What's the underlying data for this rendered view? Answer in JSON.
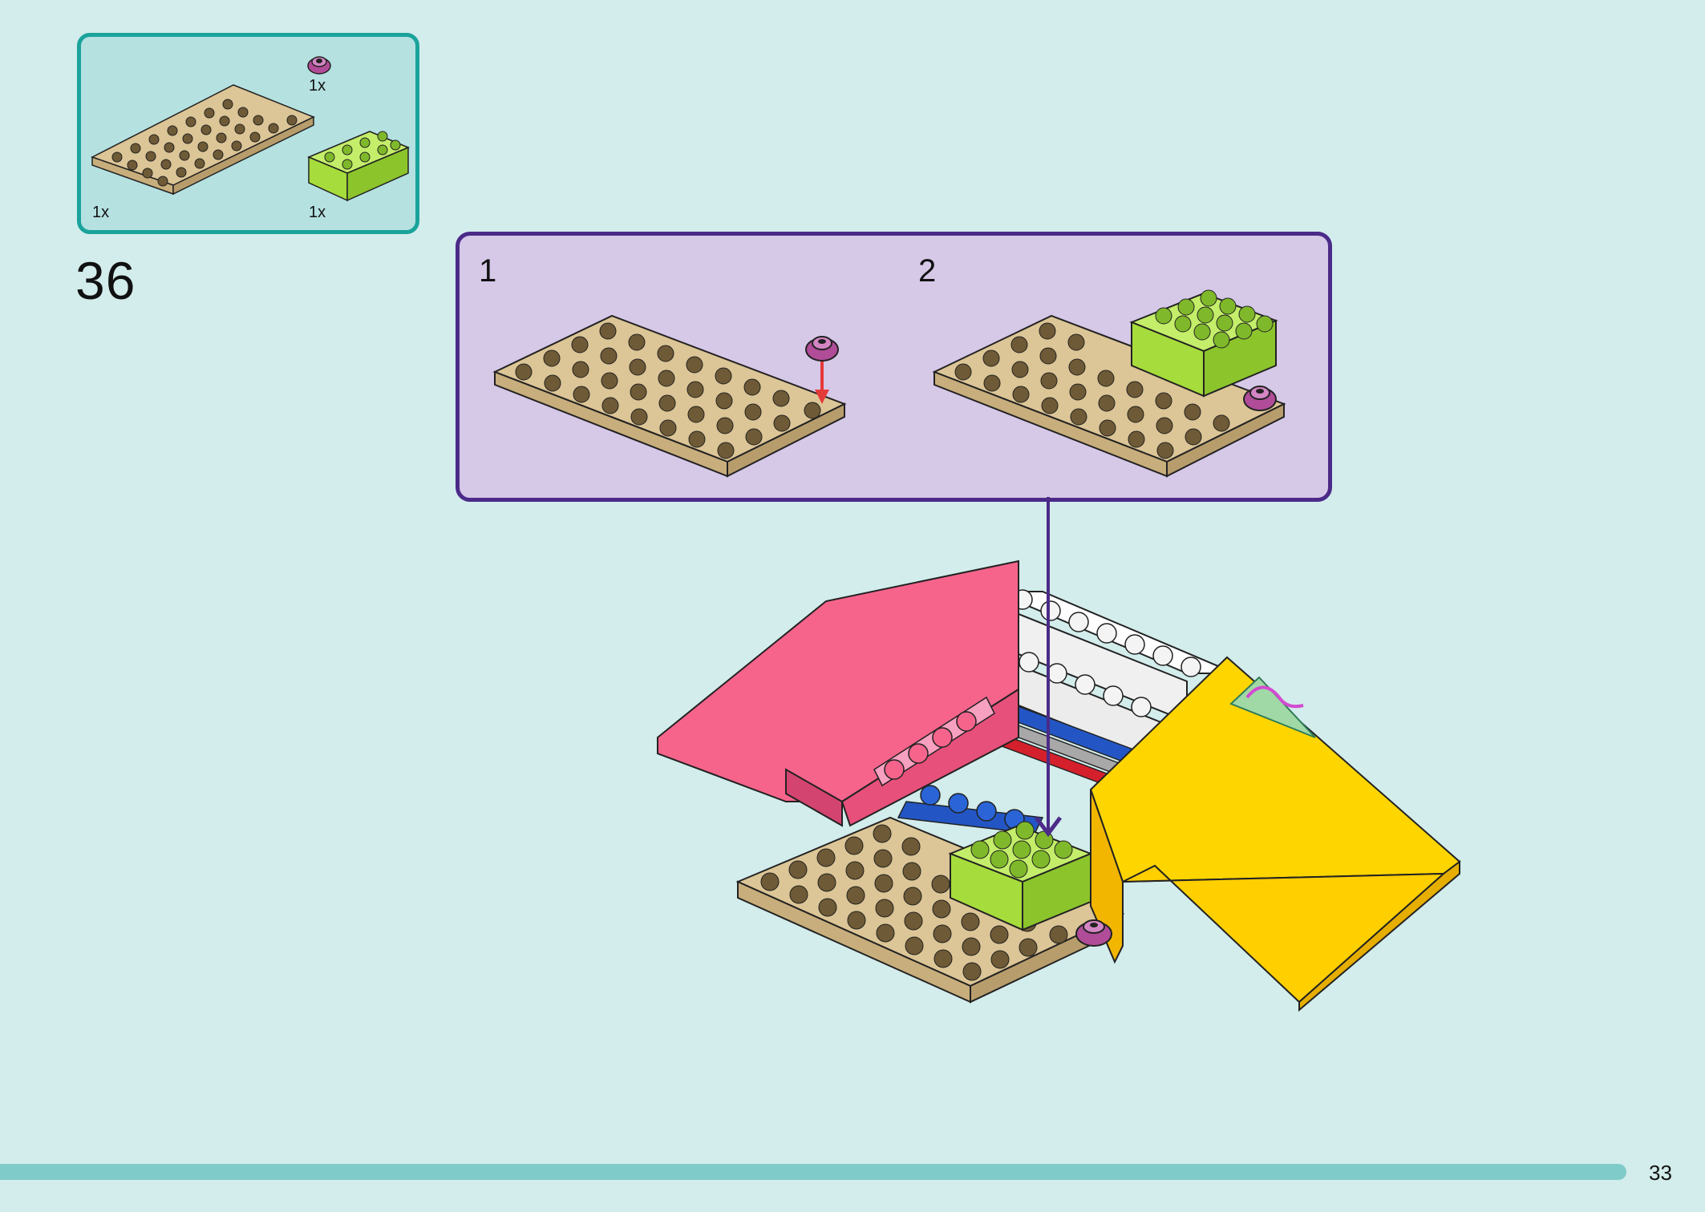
{
  "step": {
    "number": "36"
  },
  "parts": [
    {
      "name": "tan-plate-4x8",
      "qty": "1x",
      "color": "#d8c08f"
    },
    {
      "name": "magenta-flower-1x1",
      "qty": "1x",
      "color": "#b04c98"
    },
    {
      "name": "lime-brick-2x4",
      "qty": "1x",
      "color": "#a6dc3b"
    }
  ],
  "substeps": [
    {
      "label": "1"
    },
    {
      "label": "2"
    }
  ],
  "colors": {
    "background": "#d3ecec",
    "parts_box_border": "#1aa39b",
    "substep_border": "#4b2a88",
    "arrow_red": "#e53a3a",
    "ramp_pink": "#f6648c",
    "ramp_yellow": "#ffd500",
    "brick_blue": "#2356c4"
  },
  "page": {
    "number": "33"
  }
}
